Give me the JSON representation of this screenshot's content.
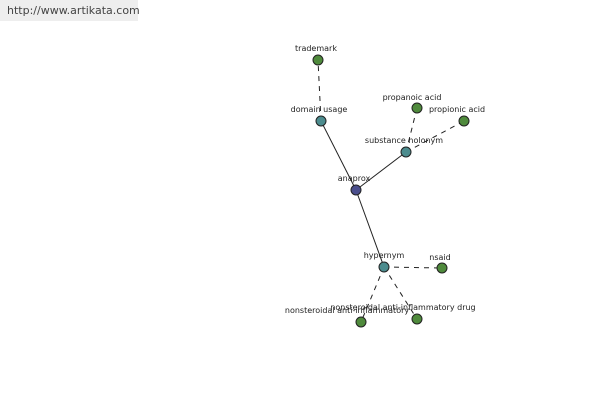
{
  "source_link": {
    "text": "http://www.artikata.com"
  },
  "colors": {
    "center_node": "#4a4e8c",
    "relation_node": "#4c8c8e",
    "leaf_node": "#4f8a3c",
    "edge": "#222222"
  },
  "nodes": [
    {
      "id": "anaprox",
      "label": "anaprox",
      "kind": "center"
    },
    {
      "id": "domain_usage",
      "label": "domain usage",
      "kind": "relation"
    },
    {
      "id": "trademark",
      "label": "trademark",
      "kind": "leaf"
    },
    {
      "id": "substance_holonym",
      "label": "substance holonym",
      "kind": "relation"
    },
    {
      "id": "propanoic_acid",
      "label": "propanoic acid",
      "kind": "leaf"
    },
    {
      "id": "propionic_acid",
      "label": "propionic acid",
      "kind": "leaf"
    },
    {
      "id": "hypernym",
      "label": "hypernym",
      "kind": "relation"
    },
    {
      "id": "nsaid",
      "label": "nsaid",
      "kind": "leaf"
    },
    {
      "id": "nonsteroidal_anti_inflammatory",
      "label": "nonsteroidal anti-inflammatory",
      "kind": "leaf"
    },
    {
      "id": "nonsteroidal_anti_inflammatory_drug",
      "label": "nonsteroidal anti-inflammatory drug",
      "kind": "leaf"
    }
  ],
  "edges": [
    {
      "from": "anaprox",
      "to": "domain_usage",
      "style": "solid"
    },
    {
      "from": "domain_usage",
      "to": "trademark",
      "style": "dashed"
    },
    {
      "from": "anaprox",
      "to": "substance_holonym",
      "style": "solid"
    },
    {
      "from": "substance_holonym",
      "to": "propanoic_acid",
      "style": "dashed"
    },
    {
      "from": "substance_holonym",
      "to": "propionic_acid",
      "style": "dashed"
    },
    {
      "from": "anaprox",
      "to": "hypernym",
      "style": "solid"
    },
    {
      "from": "hypernym",
      "to": "nsaid",
      "style": "dashed"
    },
    {
      "from": "hypernym",
      "to": "nonsteroidal_anti_inflammatory",
      "style": "dashed"
    },
    {
      "from": "hypernym",
      "to": "nonsteroidal_anti_inflammatory_drug",
      "style": "dashed"
    }
  ]
}
